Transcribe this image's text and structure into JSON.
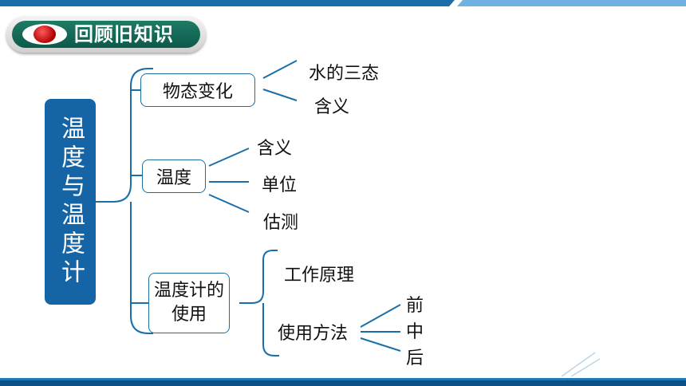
{
  "colors": {
    "accent_blue": "#1a6fa8",
    "root_fill": "#1565a6",
    "bottom_bar": "#0b4f86",
    "text": "#111111"
  },
  "header": {
    "title": "回顾旧知识",
    "icon": "red-dot-eye-icon"
  },
  "diagram": {
    "root": "温度与温度计",
    "branches": [
      {
        "label": "物态变化",
        "children": [
          "水的三态",
          "含义"
        ]
      },
      {
        "label": "温度",
        "children": [
          "含义",
          "单位",
          "估测"
        ]
      },
      {
        "label": "温度计的使用",
        "children": [
          "工作原理",
          "使用方法"
        ],
        "sub_children": [
          "前",
          "中",
          "后"
        ]
      }
    ]
  }
}
